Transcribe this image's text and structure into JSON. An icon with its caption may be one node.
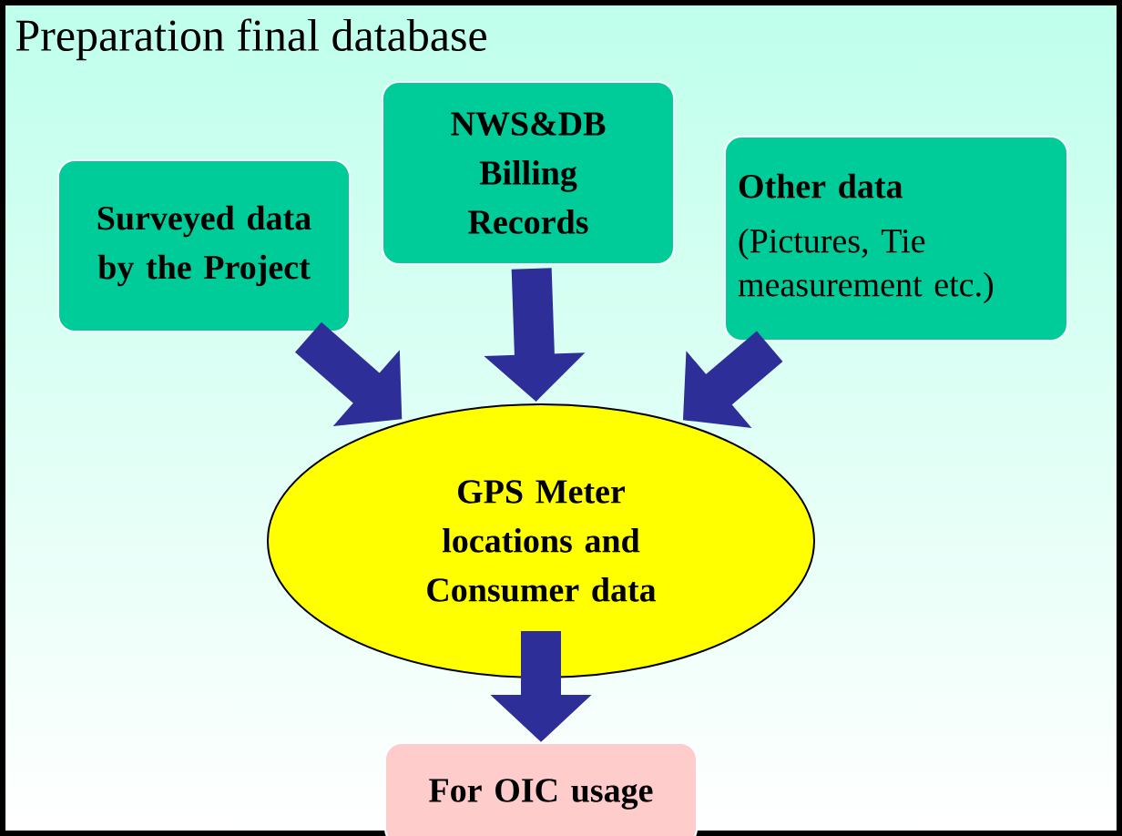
{
  "diagram": {
    "title": "Preparation final database",
    "nodes": [
      {
        "text": [
          "Surveyed data by the Project"
        ]
      },
      {
        "text": [
          "NWS&DB Billing Records"
        ]
      },
      {
        "text": [
          "Other data",
          "(Pictures, Tie measurement etc.)"
        ]
      },
      {
        "text": [
          "GPS Meter locations and Consumer data"
        ]
      },
      {
        "text": [
          "For OIC usage"
        ]
      }
    ],
    "edges": [
      {
        "from": 0,
        "to": 3,
        "arrow": "to"
      },
      {
        "from": 1,
        "to": 3,
        "arrow": "to"
      },
      {
        "from": 2,
        "to": 3,
        "arrow": "to"
      },
      {
        "from": 3,
        "to": 4,
        "arrow": "to"
      }
    ]
  }
}
